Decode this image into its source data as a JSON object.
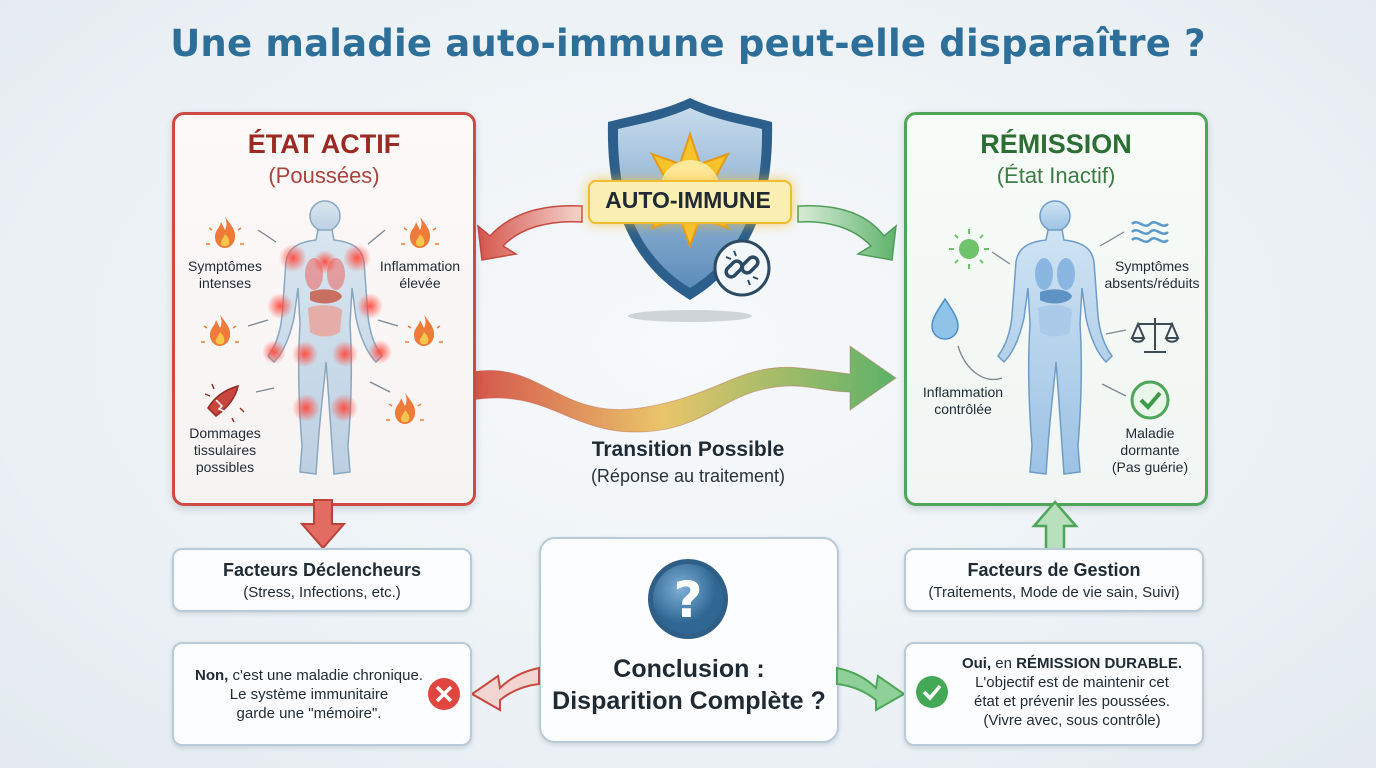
{
  "title": "Une maladie auto-immune peut-elle disparaître ?",
  "center_badge": "AUTO-IMMUNE",
  "active": {
    "heading": "ÉTAT ACTIF",
    "subheading": "(Poussées)",
    "label_symptoms": [
      "Symptômes",
      "intenses"
    ],
    "label_inflammation": [
      "Inflammation",
      "élevée"
    ],
    "label_damage": [
      "Dommages",
      "tissulaires",
      "possibles"
    ]
  },
  "remission": {
    "heading": "RÉMISSION",
    "subheading": "(État Inactif)",
    "label_symptoms": [
      "Symptômes",
      "absents/réduits"
    ],
    "label_inflammation": [
      "Inflammation",
      "contrôlée"
    ],
    "label_dormant": [
      "Maladie",
      "dormante",
      "(Pas guérie)"
    ]
  },
  "transition": {
    "title": "Transition Possible",
    "subtitle": "(Réponse au traitement)"
  },
  "triggers": {
    "title": "Facteurs Déclencheurs",
    "subtitle": "(Stress, Infections, etc.)"
  },
  "management": {
    "title": "Facteurs de Gestion",
    "subtitle": "(Traitements, Mode de vie sain, Suivi)"
  },
  "conclusion": {
    "line1": "Conclusion :",
    "line2": "Disparition Complète ?"
  },
  "answer_no": {
    "bold": "Non,",
    "line1_rest": " c'est une maladie chronique.",
    "line2": "Le système immunitaire",
    "line3": "garde une \"mémoire\"."
  },
  "answer_yes": {
    "bold1": "Oui,",
    "mid": " en ",
    "bold2": "RÉMISSION DURABLE.",
    "line2": "L'objectif est de maintenir cet",
    "line3": "état et prévenir les poussées.",
    "line4": "(Vivre avec, sous contrôle)"
  },
  "colors": {
    "title": "#2e6f9a",
    "active": "#cf4a43",
    "remission": "#4fa65a",
    "shield": "#4c7fb0",
    "badge": "#f5c026"
  },
  "icons": [
    "shield-icon",
    "broken-link-icon",
    "flame-icon",
    "torn-tissue-icon",
    "sun-icon",
    "water-drop-icon",
    "wave-icon",
    "balance-scale-icon",
    "check-icon",
    "cross-icon",
    "question-icon",
    "body-figure-icon"
  ]
}
